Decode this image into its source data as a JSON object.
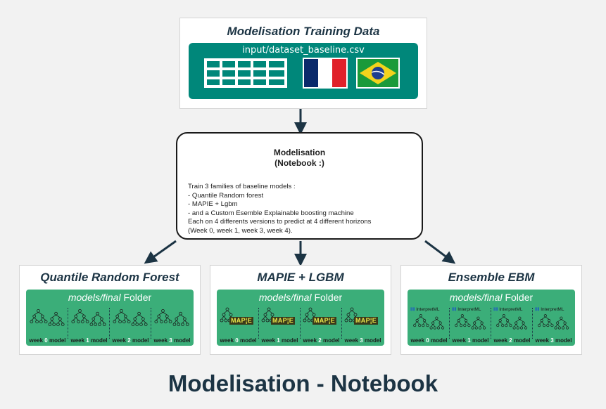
{
  "colors": {
    "teal": "#00877a",
    "green": "#3bae79",
    "dark_navy": "#1c3444",
    "background": "#f2f2f2"
  },
  "training": {
    "title": "Modelisation Training Data",
    "file": "input/dataset_baseline.csv",
    "icons": [
      "table-icon",
      "france-flag-icon",
      "brazil-flag-icon"
    ]
  },
  "notebook": {
    "title_line1": "Modelisation",
    "title_line2": "(Notebook :)",
    "lines": [
      "Train 3 families of baseline models :",
      "- Quantile Random forest",
      "- MAPIE + Lgbm",
      "- and a Custom Esemble Explainable boosting machine",
      "Each on 4 differents versions to predict at 4 different horizons",
      "(Week 0, week 1, week 3, week 4)."
    ]
  },
  "folder_label": {
    "path": "models/final",
    "word": "Folder"
  },
  "model_label": {
    "prefix": "week",
    "suffix": "model"
  },
  "mapie_badge": "MAP¦E",
  "interpret_label": {
    "mark": "ⅡⅡ",
    "text": "InterpretML"
  },
  "families": [
    {
      "title": "Quantile Random Forest",
      "weeks": [
        "0",
        "1",
        "2",
        "3"
      ]
    },
    {
      "title": "MAPIE + LGBM",
      "weeks": [
        "0",
        "1",
        "2",
        "3"
      ]
    },
    {
      "title": "Ensemble EBM",
      "weeks": [
        "0",
        "1",
        "2",
        "3"
      ]
    }
  ],
  "main_title": "Modelisation - Notebook"
}
